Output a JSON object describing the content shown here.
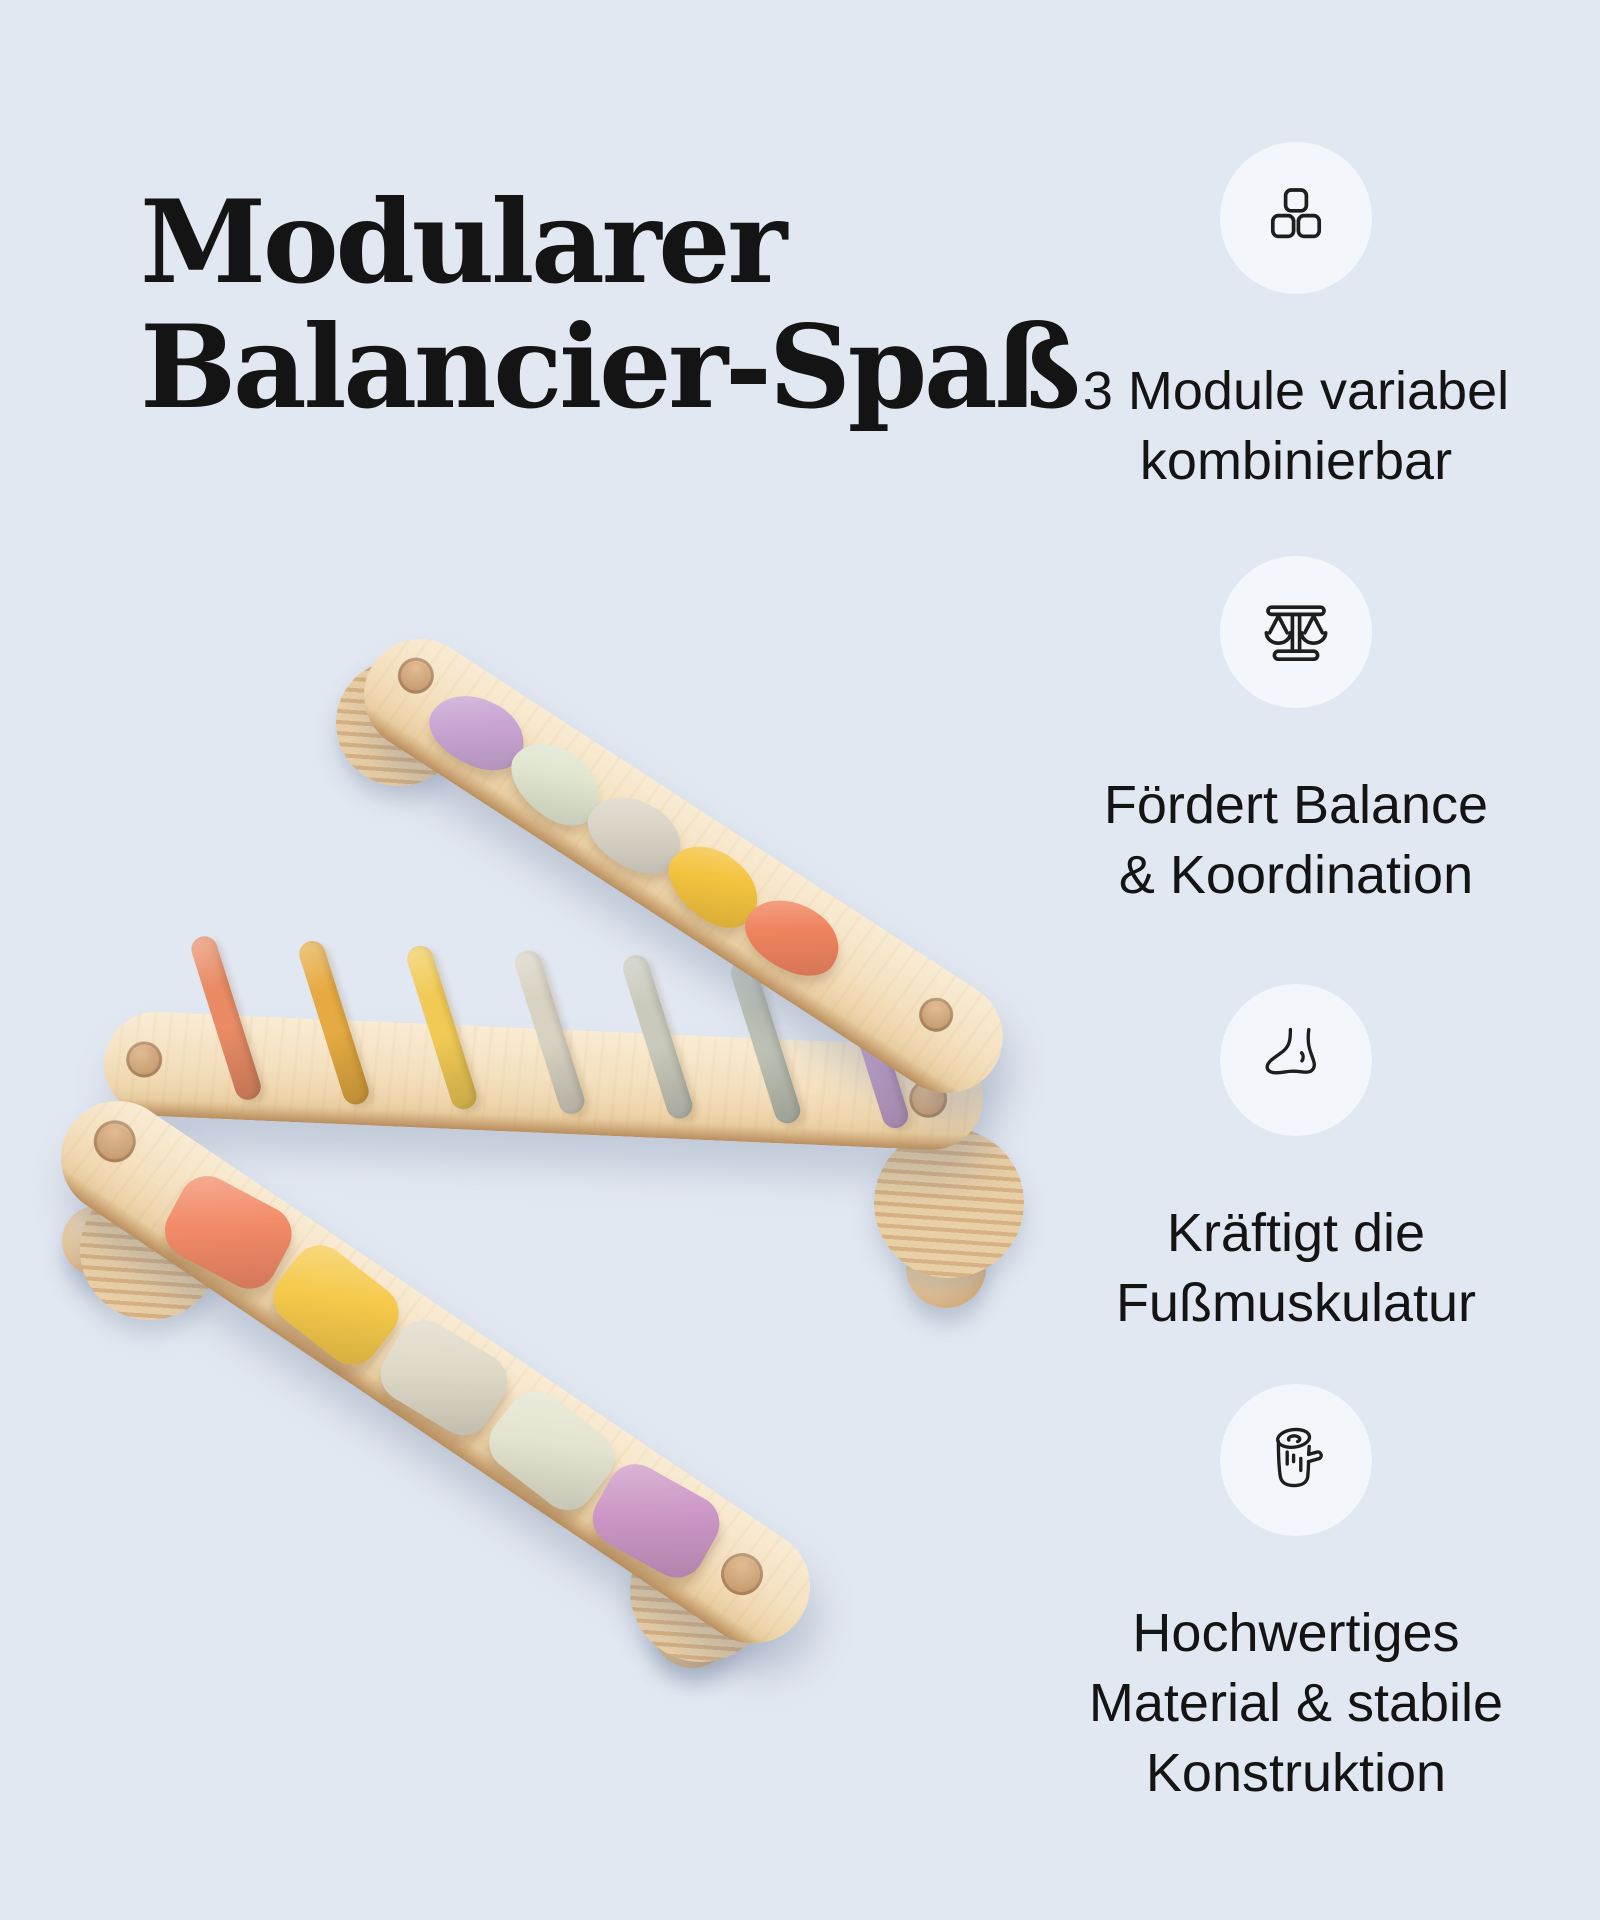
{
  "colors": {
    "page_bg": "#e2e8f1",
    "icon_circle_bg": "#f3f6fa",
    "text": "#141414",
    "icon_stroke": "#1e1e1e"
  },
  "title": {
    "line1": "Modularer",
    "line2": "Balancier-Spaß"
  },
  "features": [
    {
      "icon": "blocks-icon",
      "label": "3 Module variabel\nkombinierbar"
    },
    {
      "icon": "scale-icon",
      "label": "Fördert Balance\n& Koordination"
    },
    {
      "icon": "foot-icon",
      "label": "Kräftigt die\nFußmuskulatur"
    },
    {
      "icon": "log-icon",
      "label": "Hochwertiges\nMaterial & stabile\nKonstruktion"
    }
  ],
  "photo": {
    "description": "three wooden balance beams arranged in a zigzag",
    "wood_light": "#f9ecd4",
    "wood_mid": "#f4e0bf",
    "wood_edge": "#d5b283",
    "dowel_color": "#cda378",
    "foot_color": "#e2c194",
    "beams": [
      {
        "name": "top-beam",
        "pads": [
          "#c9a5d3",
          "#e0e5cf",
          "#dad5c7",
          "#f4c33e",
          "#f0845f"
        ]
      },
      {
        "name": "middle-beam",
        "rungs": [
          "#e98c66",
          "#e5aa41",
          "#f1ca55",
          "#d8d2c2",
          "#c9cabb",
          "#bdc2b4",
          "#c6a3cd"
        ]
      },
      {
        "name": "bottom-beam",
        "pads": [
          "#f28a67",
          "#f5c94a",
          "#ded9c7",
          "#e3e3cf",
          "#cc97c6"
        ]
      }
    ]
  }
}
